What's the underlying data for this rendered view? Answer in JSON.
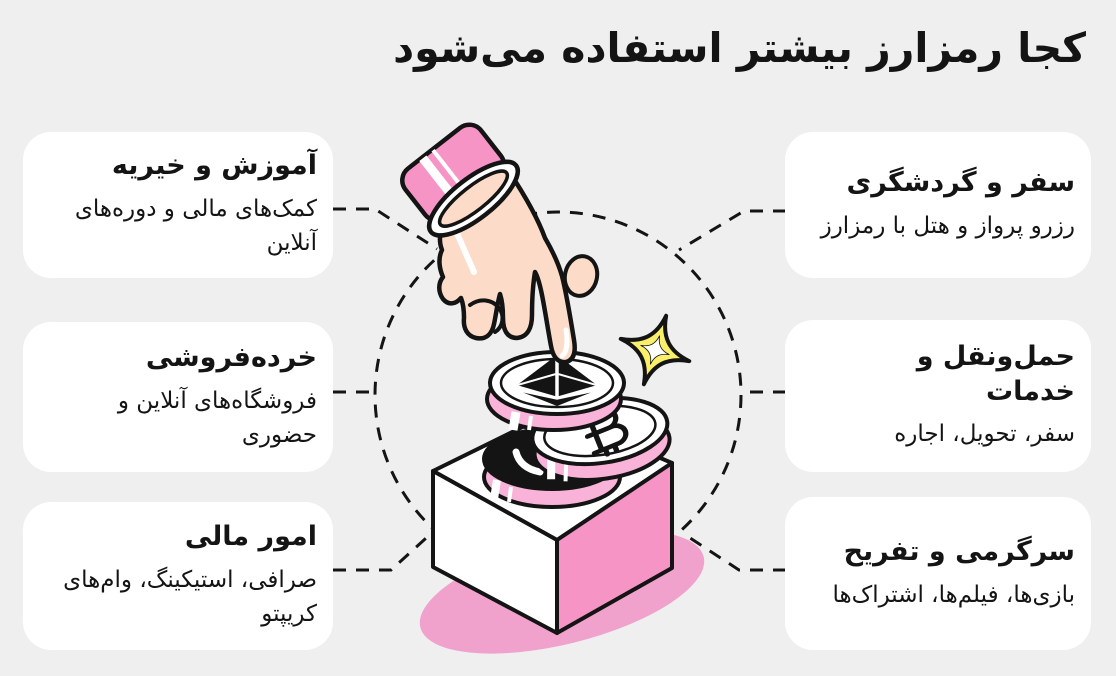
{
  "page": {
    "title": "کجا رمزارز بیشتر استفاده می‌شود"
  },
  "cards": {
    "left": [
      {
        "heading": "آموزش و خیریه",
        "body": "کمک‌های مالی و دوره‌های آنلاین"
      },
      {
        "heading": "خرده‌فروشی",
        "body": "فروشگاه‌های آنلاین و حضوری"
      },
      {
        "heading": "امور مالی",
        "body": "صرافی، استیکینگ، وام‌های کریپتو"
      }
    ],
    "right": [
      {
        "heading": "سفر و گردشگری",
        "body": "رزرو پرواز و هتل با رمزارز"
      },
      {
        "heading": "حمل‌ونقل و خدمات",
        "body": "سفر، تحویل، اجاره"
      },
      {
        "heading": "سرگرمی و تفریح",
        "body": "بازی‌ها، فیلم‌ها، اشتراک‌ها"
      }
    ]
  },
  "illustration": {
    "icons": [
      "hand-picking-coin-icon",
      "ethereum-coin-icon",
      "bitcoin-coin-icon",
      "dark-coin-icon",
      "gift-box-icon",
      "sparkle-icon",
      "dashed-circle"
    ]
  },
  "colors": {
    "background": "#EFEFEF",
    "card": "#FFFFFF",
    "text": "#141414",
    "pink": "#F794C6",
    "pink-light": "#FAB3D8",
    "pink-shadow": "#F0A2CC",
    "skin": "#FCDCC8",
    "yellow": "#F9EF6A"
  }
}
